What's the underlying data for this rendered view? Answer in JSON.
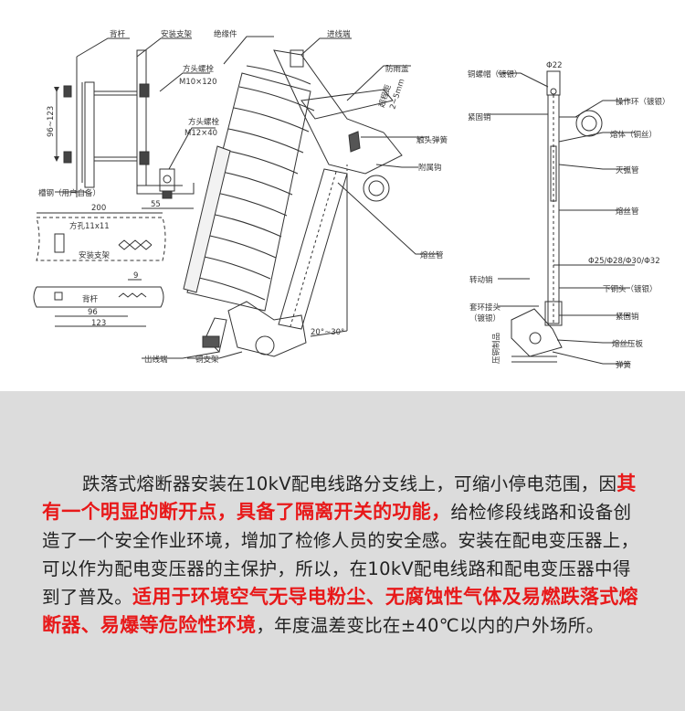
{
  "diagram": {
    "left_labels": {
      "back_bar": "背杆",
      "mount_bracket": "安装支架",
      "insulator": "绝缘件",
      "square_bolt_1": "方头螺栓",
      "square_bolt_1_spec": "M10×120",
      "square_bolt_2": "方头螺栓",
      "square_bolt_2_spec": "M12×40",
      "channel_steel": "槽钢（用户自备）",
      "dim_96_123": "96~123",
      "dim_55": "55",
      "dim_200": "200",
      "square_hole": "方孔11x11",
      "mount_bracket_2": "安装支架",
      "dim_9": "9",
      "back_bar_2": "背杆",
      "dim_96": "96",
      "dim_123": "123",
      "inlet_terminal": "进线端",
      "rain_cover": "防雨盖",
      "contact_spring": "触头弹簧",
      "hook": "附属钩",
      "fuse_tube": "熔丝管",
      "outlet_terminal": "出线端",
      "copper_bracket": "铜支架",
      "angle": "20°~30°",
      "extra_len": "超程距",
      "extra_len_val": "2~5mm"
    },
    "right_labels": {
      "phi22": "Φ22",
      "copper_cap": "铜螺帽（镀银）",
      "tight_pin_1": "紧固销",
      "ring": "操作环（镀银）",
      "fuse_body": "熔体（铜丝）",
      "arc_tube": "灭弧管",
      "fuse_tube": "熔丝管",
      "diameters": "Φ25/Φ28/Φ30/Φ32",
      "pivot_pin": "转动销",
      "lower_copper": "下铜头（镀银）",
      "sleeve_joint": "套环接头",
      "sleeve_joint_sub": "（镀银）",
      "tight_pin_2": "紧固销",
      "fuse_plate": "熔丝压板",
      "spring": "弹簧",
      "crimp": "压铜制品"
    }
  },
  "description": {
    "segments": [
      {
        "text": "跌落式熔断器安装在10kV配电线路分支线上，可缩小停电范围，因",
        "highlight": false
      },
      {
        "text": "其有一个明显的断开点，具备了隔离开关的功能，",
        "highlight": true
      },
      {
        "text": "给检修段线路和设备创造了一个安全作业环境，增加了检修人员的安全感。安装在配电变压器上，可以作为配电变压器的主保护，所以，在10kV配电线路和配电变压器中得到了普及。",
        "highlight": false
      },
      {
        "text": "适用于环境空气无导电粉尘、无腐蚀性气体及易燃跌落式熔断器、易爆等危险性环境",
        "highlight": true
      },
      {
        "text": "，年度温差变比在±40℃以内的户外场所。",
        "highlight": false
      }
    ]
  },
  "colors": {
    "highlight": "#e8191a",
    "panel_bg": "#dcdcdc",
    "line": "#333333"
  }
}
